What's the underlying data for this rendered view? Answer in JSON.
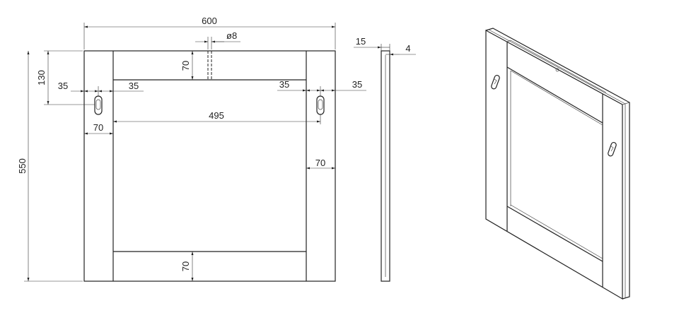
{
  "front_view": {
    "dims": {
      "overall_width": "600",
      "hole_diameter": "ø8",
      "top_rail_height": "70",
      "slot_height": "130",
      "overall_height": "550",
      "slot_left_offset_outer": "35",
      "slot_left_offset_inner": "35",
      "slot_right_offset_inner": "35",
      "slot_right_offset_outer": "35",
      "slot_spacing": "495",
      "left_stile_width": "70",
      "right_stile_width": "70",
      "bottom_rail_height": "70"
    }
  },
  "side_view": {
    "dims": {
      "thickness": "15",
      "rebate": "4"
    }
  }
}
